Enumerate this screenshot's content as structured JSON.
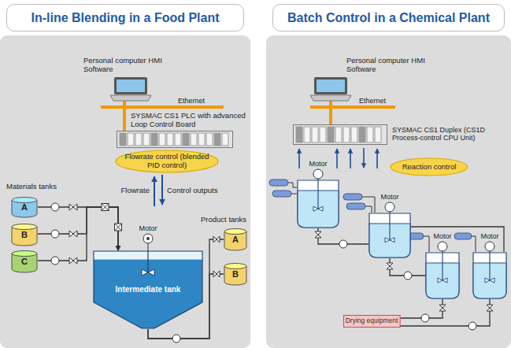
{
  "diagram": {
    "nodes": [
      {
        "text": [
          "In-line Blending in a Food Plant"
        ]
      },
      {
        "text": [
          "Personal computer HMI Software"
        ],
        "in": 0
      },
      {
        "text": [
          "SYSMAC CS1 PLC with advanced Loop Control Board"
        ],
        "in": 0
      },
      {
        "text": [
          "Flowrate control (blended PID control)"
        ],
        "in": 0
      },
      {
        "text": [
          "A"
        ],
        "in": 0
      },
      {
        "text": [
          "B"
        ],
        "in": 0
      },
      {
        "text": [
          "C"
        ],
        "in": 0
      },
      {
        "text": [
          "Motor",
          "Intermediate tank"
        ],
        "in": 0
      },
      {
        "text": [
          "A"
        ],
        "in": 0
      },
      {
        "text": [
          "B"
        ],
        "in": 0
      },
      {
        "text": [
          "Batch Control in a Chemical Plant"
        ]
      },
      {
        "text": [
          "Personal computer HMI Software"
        ],
        "in": 10
      },
      {
        "text": [
          "SYSMAC CS1 Duplex (CS1D Process-control CPU Unit)"
        ],
        "in": 10
      },
      {
        "text": [
          "Reaction control"
        ],
        "in": 10
      },
      {
        "text": [
          "Motor"
        ],
        "in": 10
      },
      {
        "text": [
          "Motor"
        ],
        "in": 10
      },
      {
        "text": [
          "Motor"
        ],
        "in": 10
      },
      {
        "text": [
          "Motor"
        ],
        "in": 10
      },
      {
        "text": [
          "Drying equipment"
        ],
        "in": 10
      }
    ],
    "edges": [
      {
        "from": 1,
        "to": 2,
        "arrow": "none",
        "label": "Ethernet"
      },
      {
        "from": 4,
        "to": 7,
        "arrow": "to"
      },
      {
        "from": 5,
        "to": 7,
        "arrow": "to"
      },
      {
        "from": 6,
        "to": 7,
        "arrow": "to"
      },
      {
        "from": 7,
        "to": 8,
        "arrow": "none"
      },
      {
        "from": 7,
        "to": 9,
        "arrow": "none"
      },
      {
        "from": 11,
        "to": 12,
        "arrow": "none",
        "label": "Ethernet"
      },
      {
        "from": 14,
        "to": 15,
        "arrow": "none"
      },
      {
        "from": 15,
        "to": 16,
        "arrow": "none"
      },
      {
        "from": 15,
        "to": 17,
        "arrow": "none"
      },
      {
        "from": 16,
        "to": 18,
        "arrow": "none"
      },
      {
        "from": 17,
        "to": 18,
        "arrow": "none"
      }
    ],
    "labels": [
      "Materials tanks",
      "Flowrate",
      "Control outputs",
      "Product tanks"
    ]
  }
}
